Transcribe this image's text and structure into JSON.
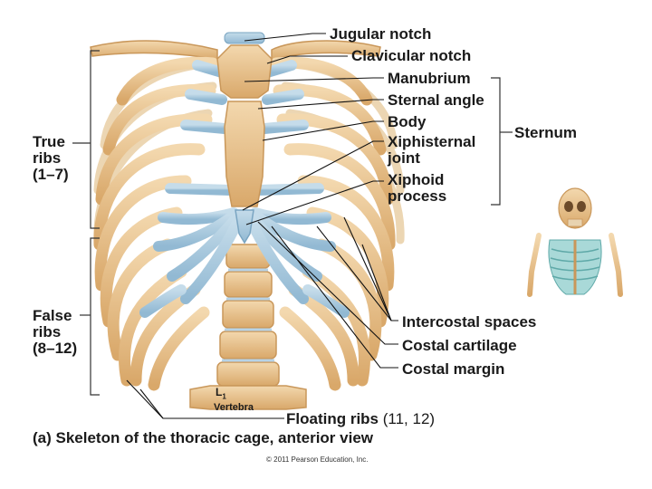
{
  "labels": {
    "jugular_notch": "Jugular notch",
    "clavicular_notch": "Clavicular notch",
    "manubrium": "Manubrium",
    "sternal_angle": "Sternal angle",
    "body": "Body",
    "xiphisternal_joint": [
      "Xiphisternal",
      "joint"
    ],
    "xiphoid_process": [
      "Xiphoid",
      "process"
    ],
    "sternum": "Sternum",
    "true_ribs": [
      "True",
      "ribs",
      "(1–7)"
    ],
    "false_ribs": [
      "False",
      "ribs",
      "(8–12)"
    ],
    "intercostal_spaces": "Intercostal spaces",
    "costal_cartilage": "Costal cartilage",
    "costal_margin": "Costal margin",
    "floating_ribs": "Floating ribs",
    "floating_ribs_numbers": "(11, 12)",
    "vertebra_l": "L",
    "vertebra_sub": "1",
    "vertebra": "Vertebra"
  },
  "caption": "(a) Skeleton of the thoracic cage, anterior view",
  "copyright": "© 2011 Pearson Education, Inc.",
  "colors": {
    "bone": "#e8c48f",
    "bone_dark": "#c9975a",
    "cartilage": "#a9cbe0",
    "cartilage_dark": "#7aa5c2",
    "leader": "#111111"
  }
}
